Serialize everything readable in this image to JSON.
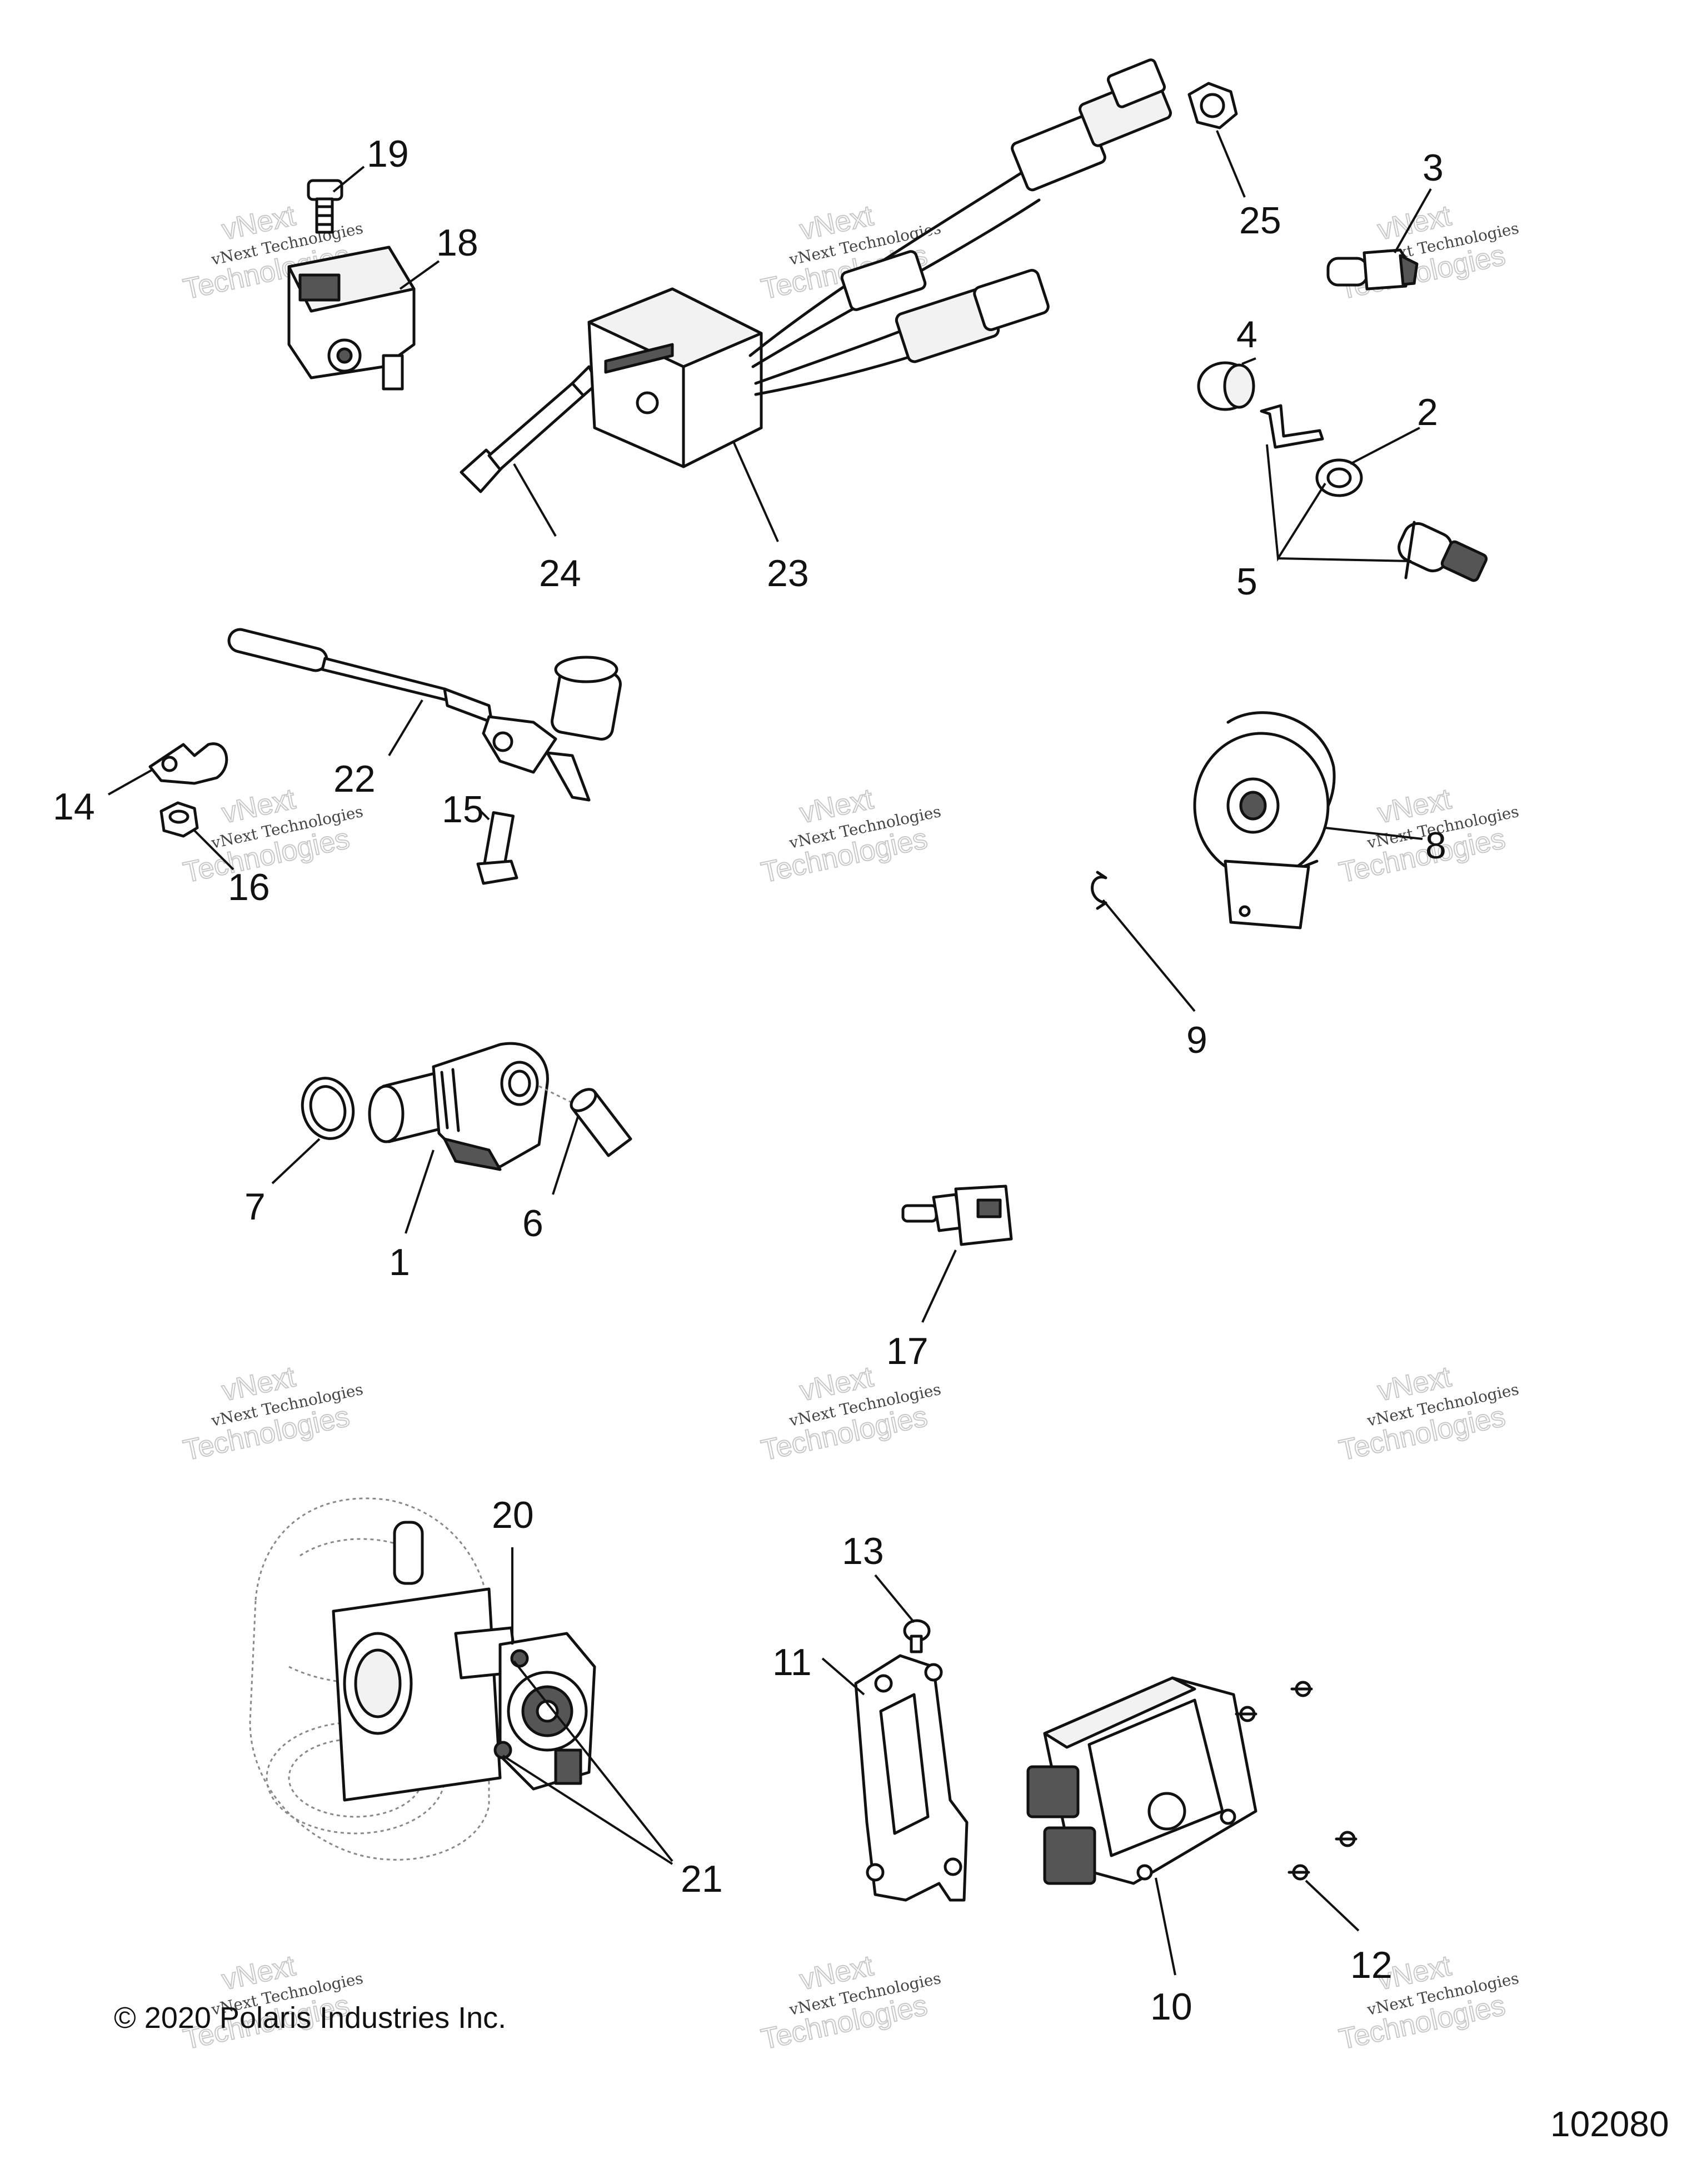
{
  "diagram": {
    "copyright": "© 2020 Polaris Industries Inc.",
    "figure_number": "102080",
    "callouts": [
      "1",
      "2",
      "3",
      "4",
      "5",
      "6",
      "7",
      "8",
      "9",
      "10",
      "11",
      "12",
      "13",
      "14",
      "15",
      "16",
      "17",
      "18",
      "19",
      "20",
      "21",
      "22",
      "23",
      "24",
      "25"
    ],
    "watermark": {
      "line1": "vNext Technologies",
      "line2": "Technologies",
      "top": "vNext"
    }
  }
}
